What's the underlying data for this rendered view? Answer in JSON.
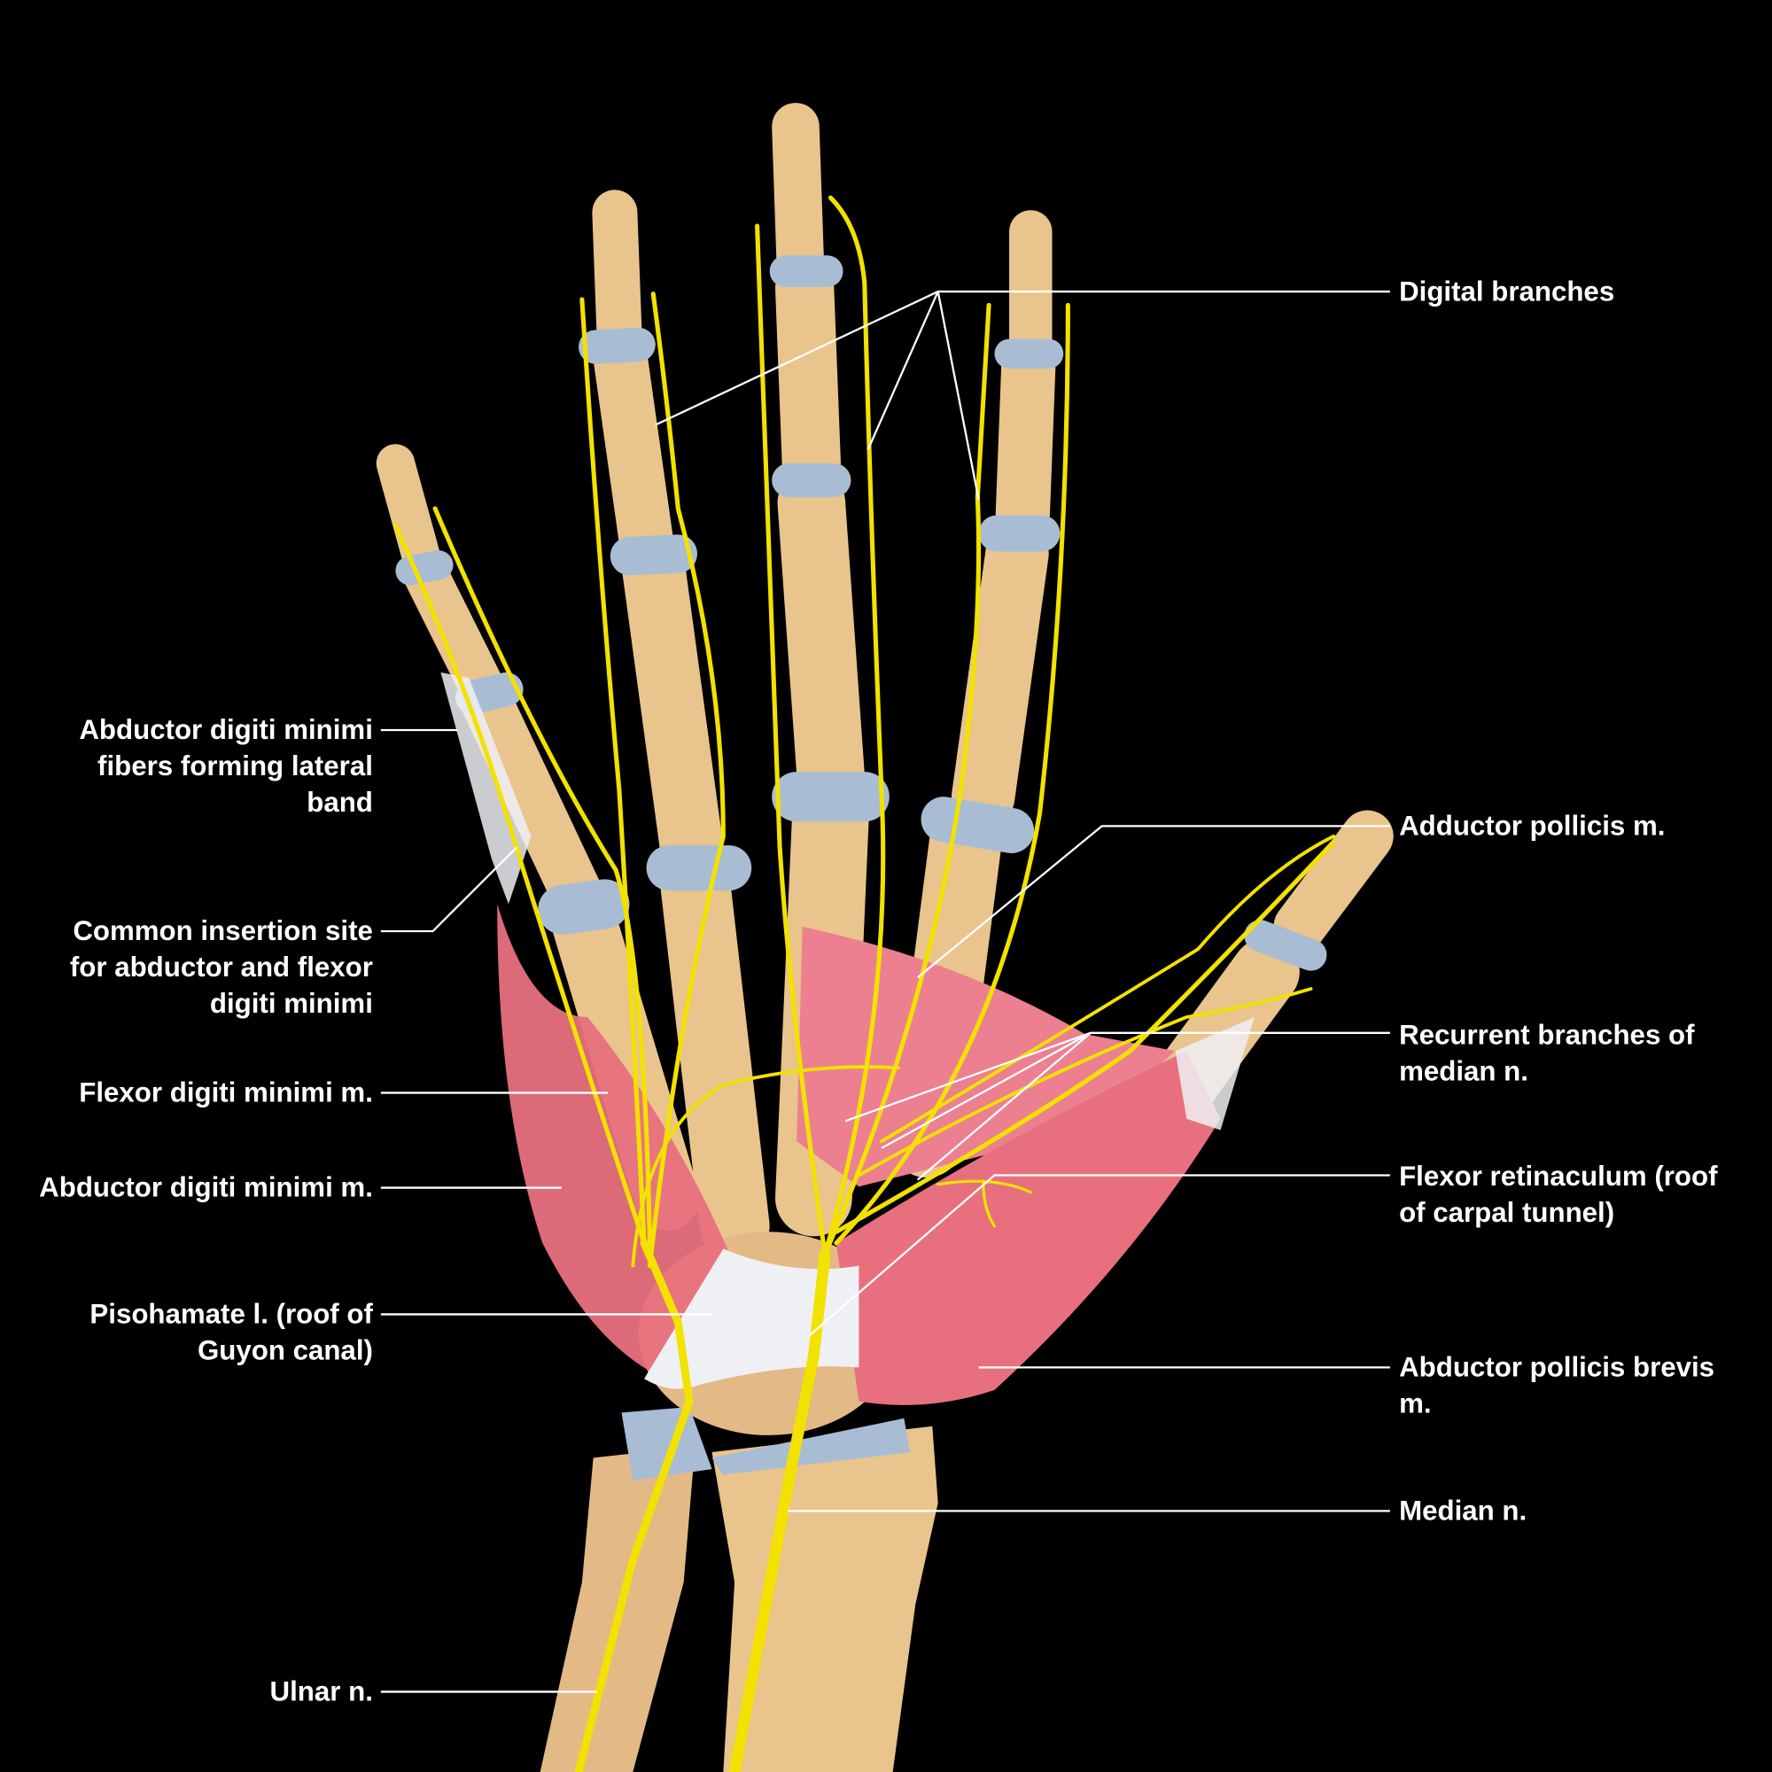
{
  "labels": {
    "digital_branches": "Digital branches",
    "adductor_pollicis": "Adductor pollicis m.",
    "recurrent_branches": [
      "Recurrent branches of",
      "median n."
    ],
    "flexor_retinaculum": [
      "Flexor retinaculum (roof",
      "of carpal tunnel)"
    ],
    "abductor_pollicis_brevis": [
      "Abductor pollicis brevis",
      "m."
    ],
    "median_n": "Median n.",
    "adm_fibers": [
      "Abductor digiti minimi",
      "fibers forming lateral",
      "band"
    ],
    "common_insertion": [
      "Common insertion site",
      "for abductor and flexor",
      "digiti minimi"
    ],
    "flexor_digiti_minimi": "Flexor digiti minimi m.",
    "abductor_digiti_minimi": "Abductor digiti minimi m.",
    "pisohamate": [
      "Pisohamate l. (roof of",
      "Guyon canal)"
    ],
    "ulnar_n": "Ulnar n."
  },
  "colors": {
    "background": "#000000",
    "bone": "#e9c48c",
    "cartilage": "#a8bdd3",
    "muscle": "#e8707e",
    "nerve": "#f3e100",
    "ligament": "#eef0f4"
  }
}
